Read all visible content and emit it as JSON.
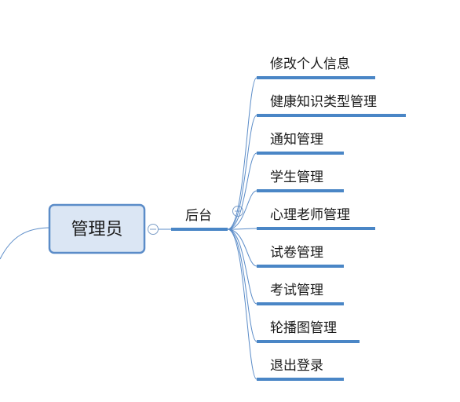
{
  "root": {
    "label": "管理员"
  },
  "hub": {
    "label": "后台"
  },
  "items": [
    {
      "label": "修改个人信息"
    },
    {
      "label": "健康知识类型管理"
    },
    {
      "label": "通知管理"
    },
    {
      "label": "学生管理"
    },
    {
      "label": "心理老师管理"
    },
    {
      "label": "试卷管理"
    },
    {
      "label": "考试管理"
    },
    {
      "label": "轮播图管理"
    },
    {
      "label": "退出登录"
    }
  ],
  "colors": {
    "line": "#5b8cc8",
    "underline": "#4a86c6",
    "root_fill": "#dbe6f4",
    "root_border": "#5b8cc8"
  },
  "icons": {
    "collapse": "collapse-minus-icon"
  }
}
